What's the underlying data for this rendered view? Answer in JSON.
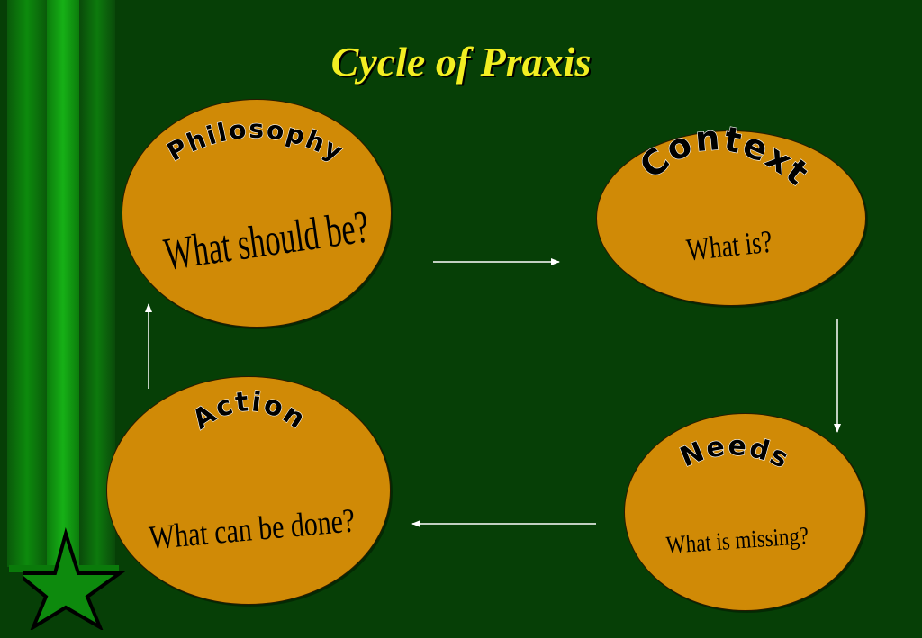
{
  "title": "Cycle of Praxis",
  "nodes": {
    "philosophy": {
      "heading": "Philosophy",
      "question": "What should be?"
    },
    "context": {
      "heading": "Context",
      "question": "What is?"
    },
    "needs": {
      "heading": "Needs",
      "question": "What is missing?"
    },
    "action": {
      "heading": "Action",
      "question": "What can be done?"
    }
  },
  "colors": {
    "background": "#063f06",
    "ellipse_fill": "#d08a06",
    "title": "#f2ee22",
    "arrow": "#ffffff",
    "stripe_green": "#12a512"
  },
  "decoration": {
    "star_icon": "green-star-icon"
  }
}
